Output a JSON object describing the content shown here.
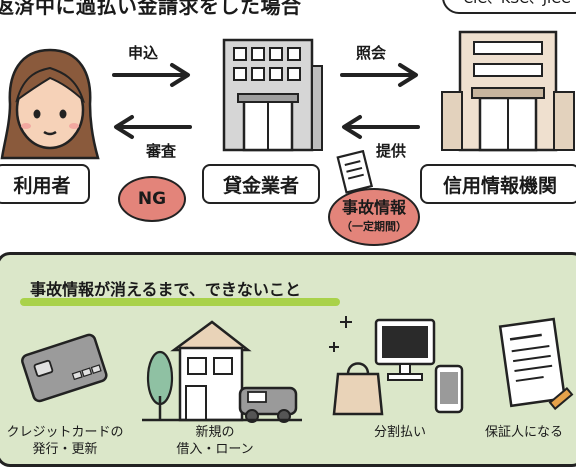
{
  "heading": "返済中に過払い金請求をした場合",
  "bubble_text": "CIC、KSC、JICC",
  "actors": {
    "user": "利用者",
    "lender": "貸金業者",
    "credit_bureau": "信用情報機関"
  },
  "arrows": {
    "apply": "申込",
    "inquiry": "照会",
    "review": "審査",
    "provide": "提供"
  },
  "ng_badge": "NG",
  "accident_info": {
    "title": "事故情報",
    "sub": "（一定期間）"
  },
  "panel": {
    "title": "事故情報が消えるまで、できないこと",
    "items": [
      {
        "label_line1": "クレジットカードの",
        "label_line2": "発行・更新"
      },
      {
        "label_line1": "新規の",
        "label_line2": "借入・ローン"
      },
      {
        "label_line1": "分割払い",
        "label_line2": ""
      },
      {
        "label_line1": "保証人になる",
        "label_line2": ""
      }
    ]
  },
  "colors": {
    "badge_red": "#e3847a",
    "panel_green": "#dbe7c9",
    "underline_green": "#a9d24a",
    "skin": "#f6d2b8",
    "hair": "#8a5a3c"
  }
}
